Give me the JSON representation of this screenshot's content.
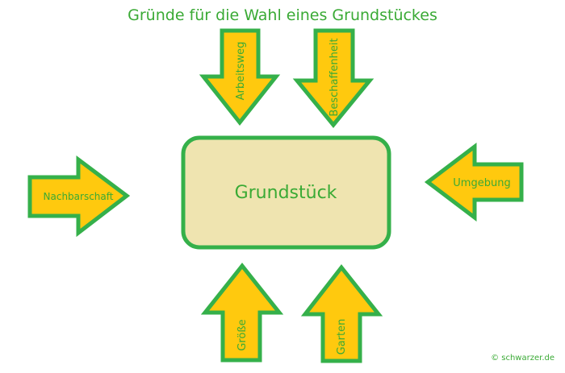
{
  "title": "Gründe für die Wahl eines Grundstückes",
  "center": "Grundstück",
  "factors": {
    "arbeitsweg": "Arbeitsweg",
    "beschaffenheit": "Beschaffenheit",
    "nachbarschaft": "Nachbarschaft",
    "umgebung": "Umgebung",
    "groesse": "Größe",
    "garten": "Garten"
  },
  "copyright": "© schwarzer.de",
  "colors": {
    "green": "#35b04a",
    "arrow_fill": "#ffc90e",
    "box_fill": "#efe4b0",
    "text": "#3aaa35"
  }
}
